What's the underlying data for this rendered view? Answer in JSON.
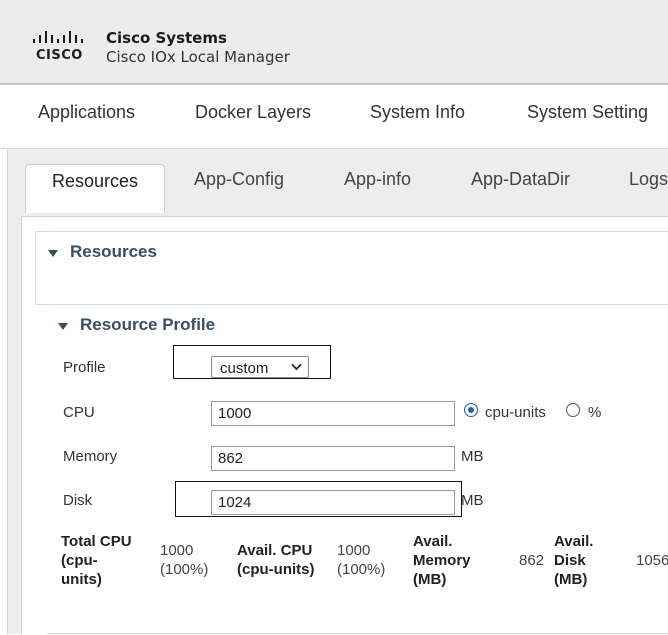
{
  "header": {
    "logo_text": "CISCO",
    "company": "Cisco Systems",
    "product": "Cisco IOx Local Manager"
  },
  "main_nav": [
    {
      "label": "Applications"
    },
    {
      "label": "Docker Layers"
    },
    {
      "label": "System Info"
    },
    {
      "label": "System Setting"
    }
  ],
  "tabs": [
    {
      "label": "Resources",
      "active": true
    },
    {
      "label": "App-Config"
    },
    {
      "label": "App-info"
    },
    {
      "label": "App-DataDir"
    },
    {
      "label": "Logs"
    }
  ],
  "resources_section": {
    "title": "Resources"
  },
  "profile_section": {
    "title": "Resource Profile",
    "profile": {
      "label": "Profile",
      "selected": "custom"
    },
    "cpu": {
      "label": "CPU",
      "value": "1000",
      "unit_option_1": "cpu-units",
      "unit_option_2": "%",
      "selected_unit": "cpu-units"
    },
    "memory": {
      "label": "Memory",
      "value": "862",
      "unit": "MB"
    },
    "disk": {
      "label": "Disk",
      "value": "1024",
      "unit": "MB"
    }
  },
  "stats": {
    "total_cpu": {
      "label": "Total CPU (cpu-units)",
      "line1": "Total CPU",
      "line2": "(cpu-",
      "line3": "units)",
      "value_line1": "1000",
      "value_line2": "(100%)"
    },
    "avail_cpu": {
      "label": "Avail. CPU (cpu-units)",
      "line1": "Avail. CPU",
      "line2": "(cpu-units)",
      "value_line1": "1000",
      "value_line2": "(100%)"
    },
    "avail_memory": {
      "label": "Avail. Memory (MB)",
      "line1": "Avail.",
      "line2": "Memory",
      "line3": "(MB)",
      "value": "862"
    },
    "avail_disk": {
      "label": "Avail. Disk (MB)",
      "line1": "Avail.",
      "line2": "Disk",
      "line3": "(MB)",
      "value": "1056"
    }
  }
}
